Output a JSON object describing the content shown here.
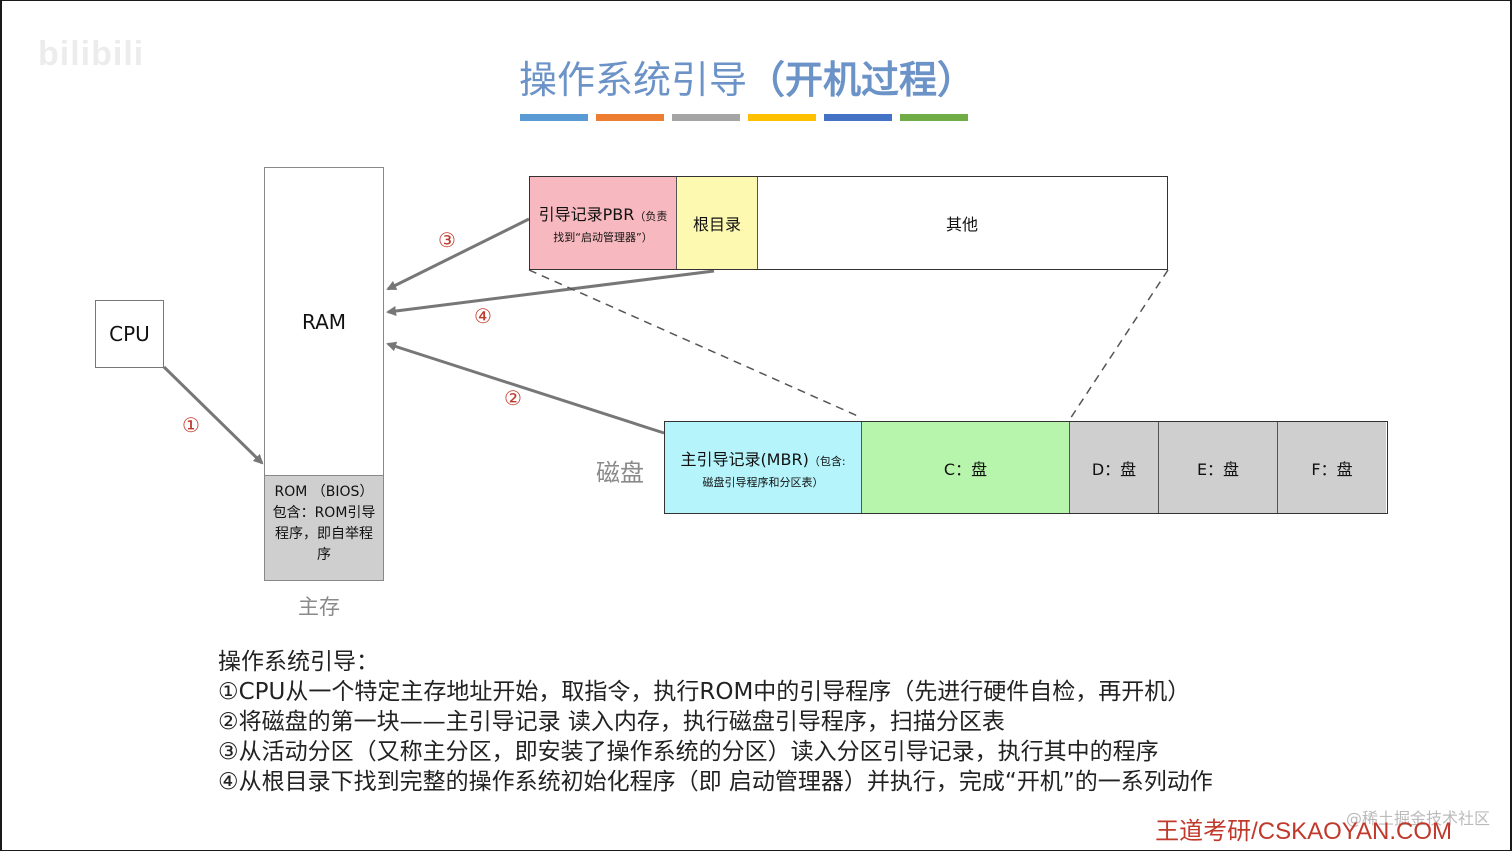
{
  "title": {
    "main": "操作系统引导",
    "paren": "（开机过程）"
  },
  "color_bars": [
    "#5b9bd5",
    "#ed7d31",
    "#a5a5a5",
    "#ffc000",
    "#4472c4",
    "#70ad47"
  ],
  "watermark": "bilibili",
  "cpu": "CPU",
  "ram": "RAM",
  "rom": {
    "line1": "ROM （BIOS）",
    "line2": "包含：ROM引导",
    "line3": "程序，即自举程",
    "line4": "序"
  },
  "main_memory_label": "主存",
  "disk_label": "磁盘",
  "pbr_row": {
    "pbr_main": "引导记录PBR",
    "pbr_note1": "（负责",
    "pbr_note2": "找到“启动管理器”）",
    "root": "根目录",
    "other": "其他"
  },
  "mbr_row": {
    "mbr_main": "主引导记录(MBR)",
    "mbr_note1": "（包含:",
    "mbr_note2": "磁盘引导程序和分区表）",
    "c": "C：盘",
    "d": "D：盘",
    "e": "E：盘",
    "f": "F：盘"
  },
  "colors": {
    "pbr": "#f7b9bf",
    "root": "#fdf9b0",
    "mbr": "#b5f4fb",
    "c_drive": "#b8f5ac",
    "other_drive": "#cfcfcf",
    "arrow": "#777777"
  },
  "step_marks": {
    "s1": "①",
    "s2": "②",
    "s3": "③",
    "s4": "④"
  },
  "notes": {
    "heading": "操作系统引导：",
    "l1": "①CPU从一个特定主存地址开始，取指令，执行ROM中的引导程序（先进行硬件自检，再开机）",
    "l2": "②将磁盘的第一块——主引导记录 读入内存，执行磁盘引导程序，扫描分区表",
    "l3": "③从活动分区（又称主分区，即安装了操作系统的分区）读入分区引导记录，执行其中的程序",
    "l4": "④从根目录下找到完整的操作系统初始化程序（即 启动管理器）并执行，完成“开机”的一系列动作"
  },
  "brand": "王道考研/CSKAOYAN.COM",
  "watermark2": "@稀土掘金技术社区"
}
